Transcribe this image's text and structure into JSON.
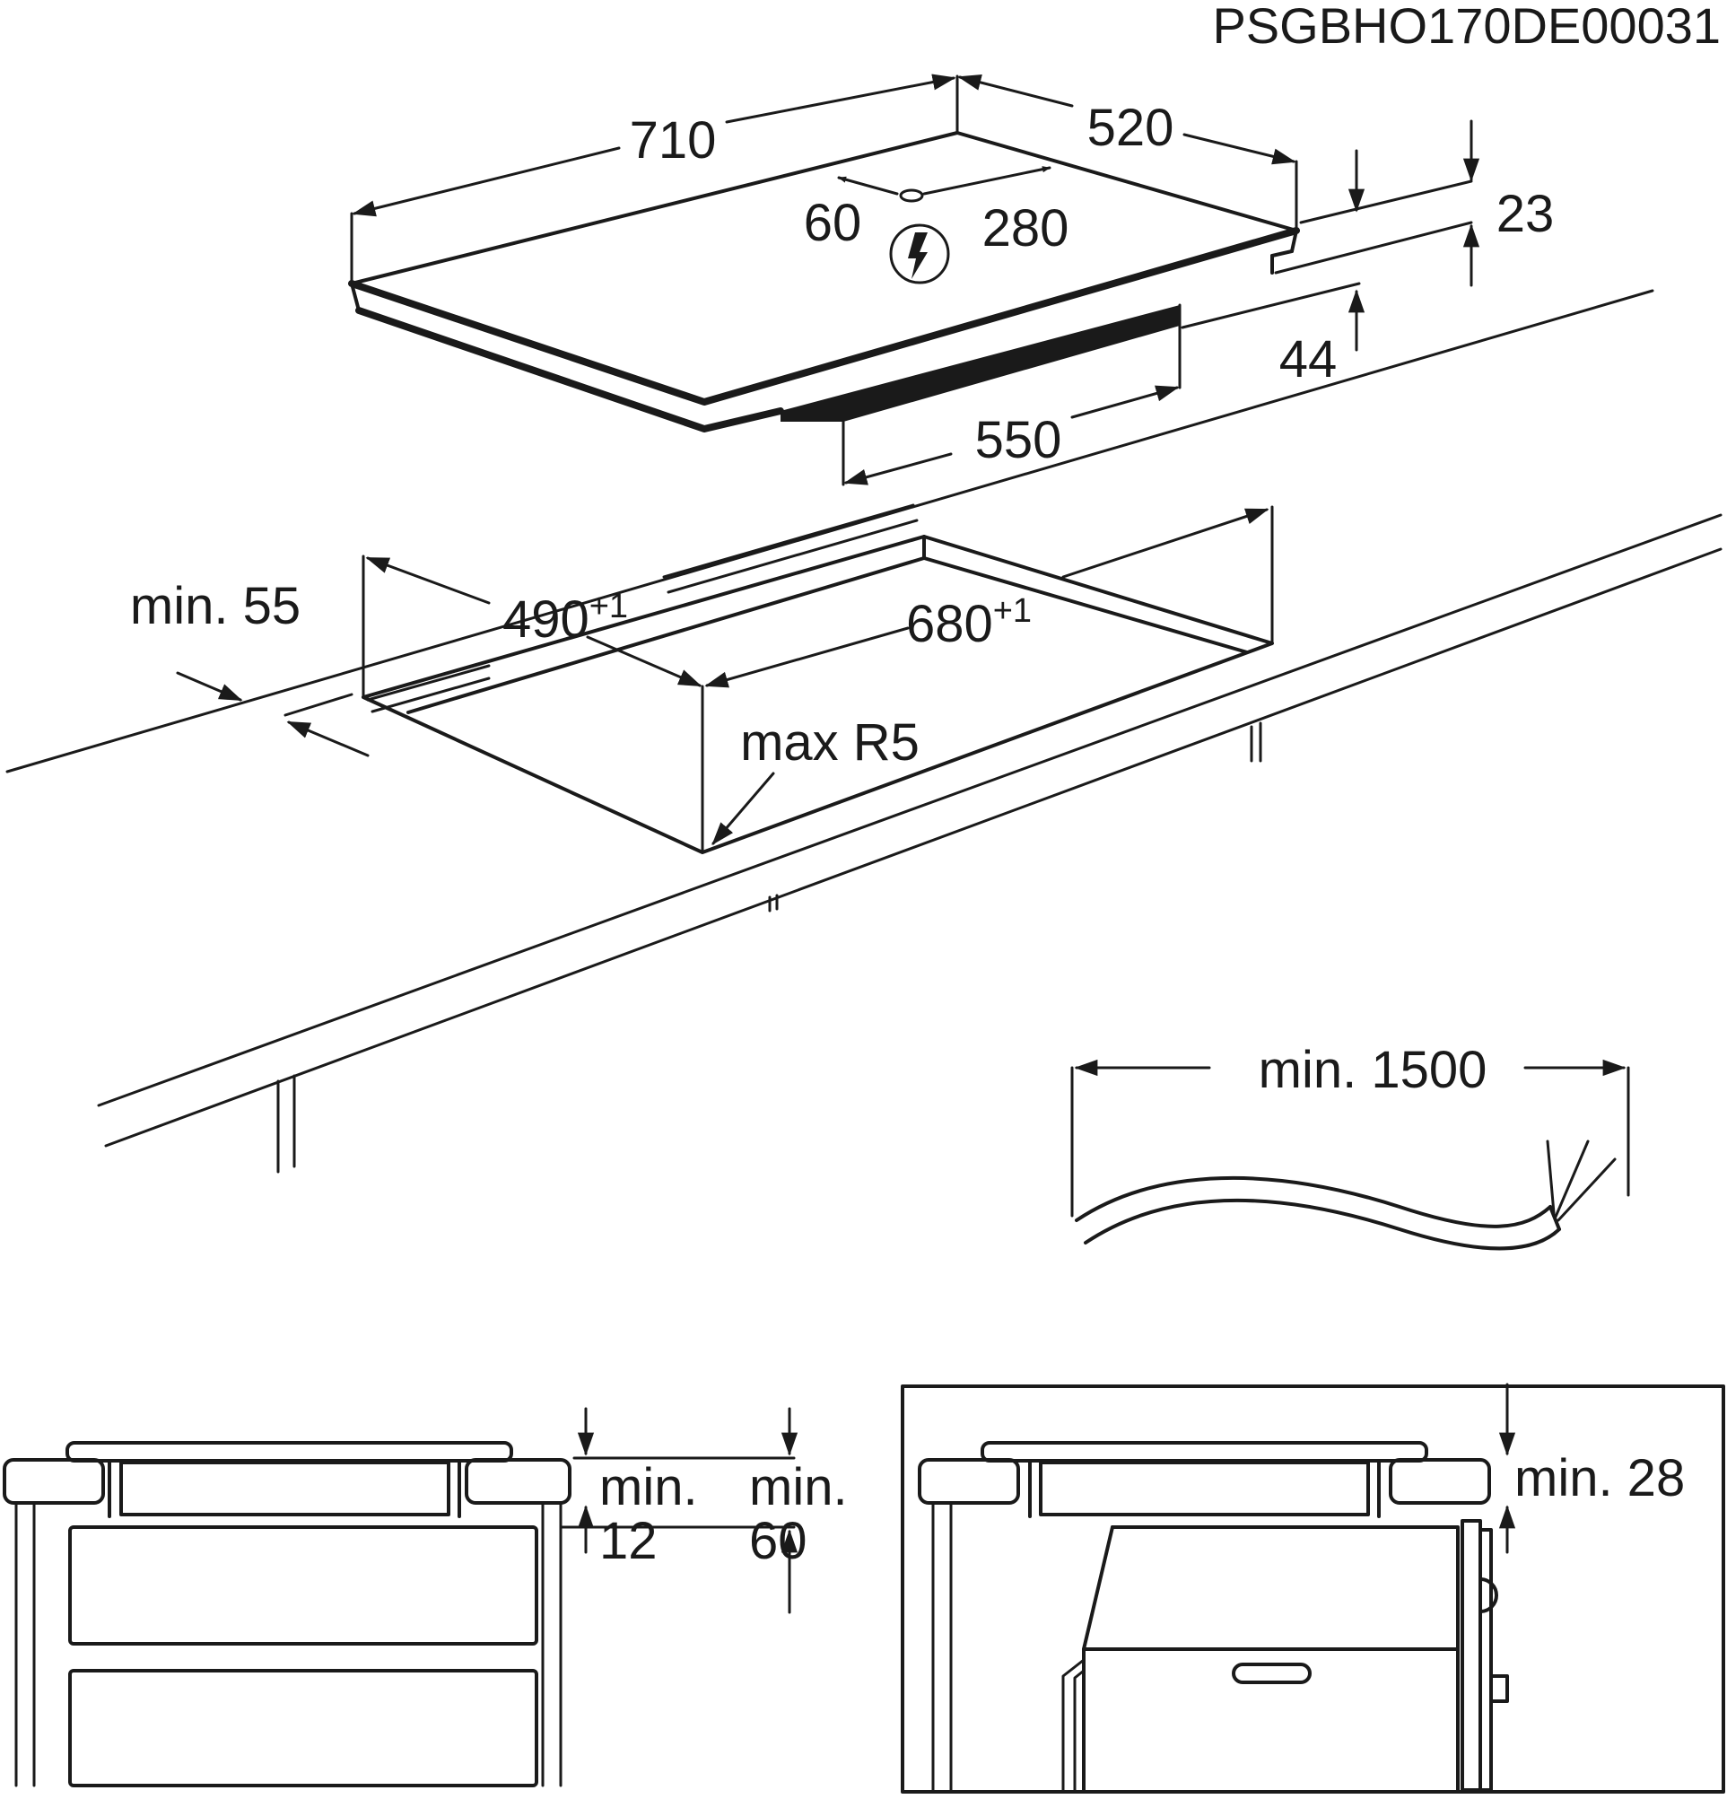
{
  "diagram": {
    "code": "PSGBHO170DE00031",
    "hob": {
      "width_label": "710",
      "depth_label": "520",
      "conn_left_label": "60",
      "conn_right_label": "280",
      "frame_height_label": "23",
      "body_height_label": "44",
      "body_depth_label": "550",
      "power_symbol": "electric-connection-icon"
    },
    "cutout": {
      "depth_label": "490",
      "depth_tol": "+1",
      "width_label": "680",
      "width_tol": "+1",
      "edge_distance_label": "min. 55",
      "corner_radius_label": "max R5"
    },
    "cable": {
      "length_label": "min. 1500"
    },
    "section_left": {
      "gap1_line1": "min.",
      "gap1_line2": "12",
      "gap2_line1": "min.",
      "gap2_line2": "60"
    },
    "section_right": {
      "gap_label": "min. 28"
    },
    "colors": {
      "line": "#1a1a1a",
      "background": "#ffffff"
    }
  }
}
